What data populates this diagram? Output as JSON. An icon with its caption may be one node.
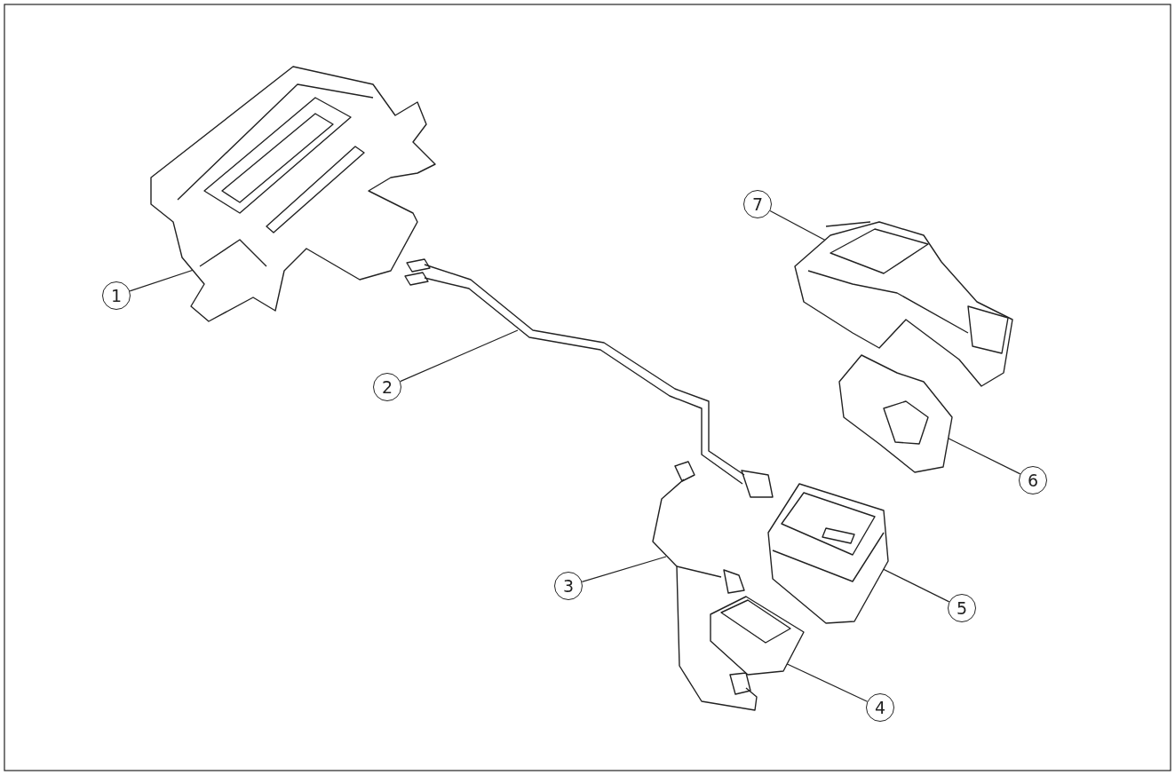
{
  "diagram": {
    "nodes": [
      {
        "text": [
          "1"
        ]
      },
      {
        "text": [],
        "shape": "picture"
      },
      {
        "text": [
          "2"
        ]
      },
      {
        "text": [],
        "shape": "picture"
      },
      {
        "text": [
          "3"
        ]
      },
      {
        "text": [],
        "shape": "picture"
      },
      {
        "text": [
          "4"
        ]
      },
      {
        "text": [],
        "shape": "picture"
      },
      {
        "text": [
          "5"
        ]
      },
      {
        "text": [],
        "shape": "picture"
      },
      {
        "text": [
          "6"
        ]
      },
      {
        "text": [],
        "shape": "picture"
      },
      {
        "text": [
          "7"
        ]
      },
      {
        "text": [],
        "shape": "picture"
      }
    ],
    "edges": [
      {
        "from": 0,
        "to": 1,
        "arrow": "none"
      },
      {
        "from": 2,
        "to": 3,
        "arrow": "none"
      },
      {
        "from": 4,
        "to": 5,
        "arrow": "none"
      },
      {
        "from": 6,
        "to": 7,
        "arrow": "none"
      },
      {
        "from": 8,
        "to": 9,
        "arrow": "none"
      },
      {
        "from": 10,
        "to": 11,
        "arrow": "none"
      },
      {
        "from": 12,
        "to": 13,
        "arrow": "none"
      }
    ]
  }
}
